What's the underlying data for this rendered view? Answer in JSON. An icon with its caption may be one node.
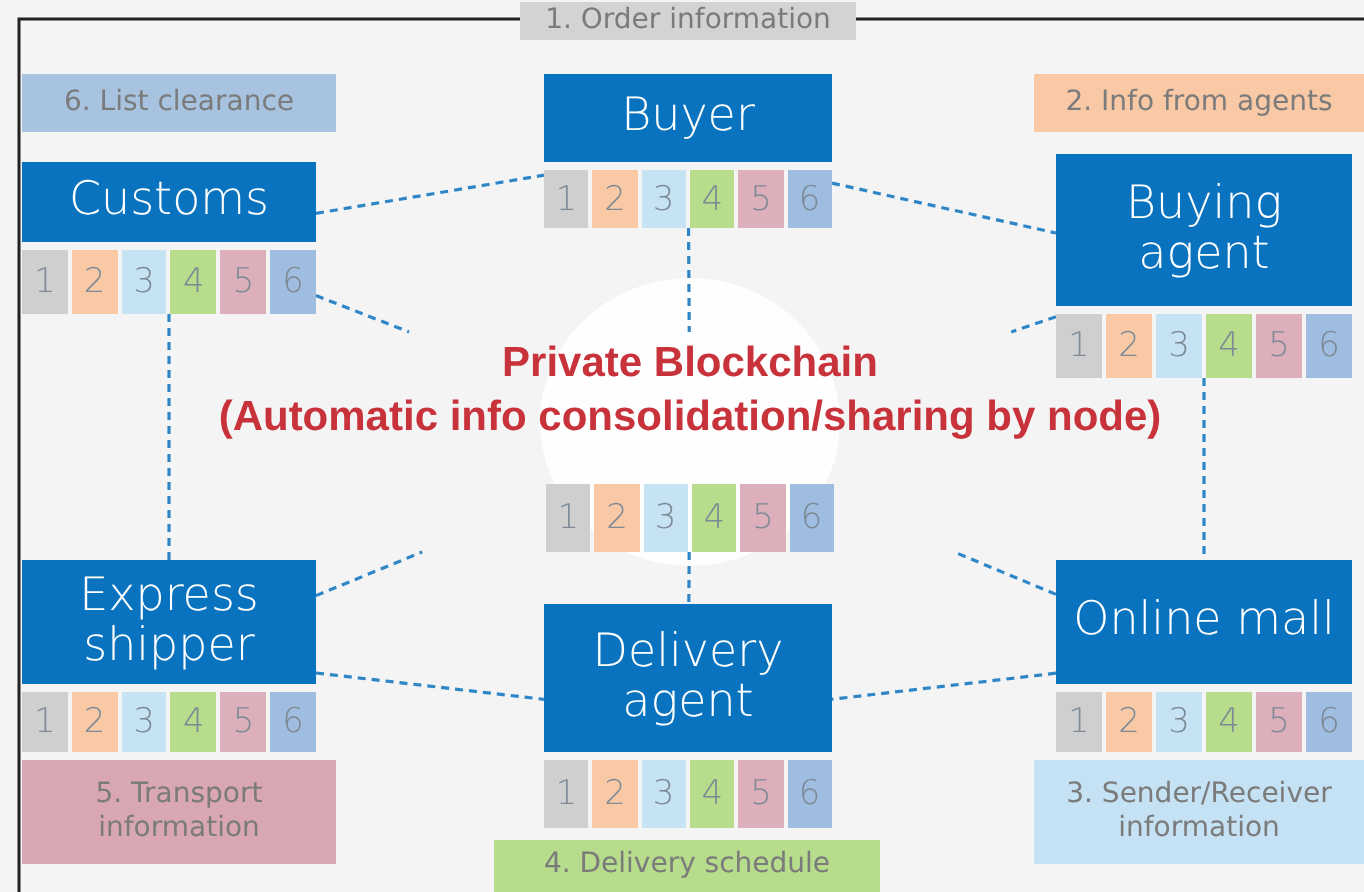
{
  "diagram": {
    "nodes": [
      {
        "text": [
          "Buyer",
          "1",
          "2",
          "3",
          "4",
          "5",
          "6"
        ]
      },
      {
        "text": [
          "Customs",
          "1",
          "2",
          "3",
          "4",
          "5",
          "6"
        ]
      },
      {
        "text": [
          "Buying agent",
          "1",
          "2",
          "3",
          "4",
          "5",
          "6"
        ]
      },
      {
        "text": [
          "Private Blockchain",
          "(Automatic info consolidation/sharing by node)",
          "1",
          "2",
          "3",
          "4",
          "5",
          "6"
        ]
      },
      {
        "text": [
          "Express shipper",
          "1",
          "2",
          "3",
          "4",
          "5",
          "6"
        ]
      },
      {
        "text": [
          "Online mall",
          "1",
          "2",
          "3",
          "4",
          "5",
          "6"
        ]
      },
      {
        "text": [
          "Delivery agent",
          "1",
          "2",
          "3",
          "4",
          "5",
          "6"
        ]
      }
    ],
    "edges": [
      {
        "from": 1,
        "to": 0,
        "arrow": "none",
        "style": "dashed"
      },
      {
        "from": 0,
        "to": 2,
        "arrow": "none",
        "style": "dashed"
      },
      {
        "from": 0,
        "to": 3,
        "arrow": "none",
        "style": "dashed"
      },
      {
        "from": 1,
        "to": 3,
        "arrow": "none",
        "style": "dashed"
      },
      {
        "from": 2,
        "to": 3,
        "arrow": "none",
        "style": "dashed"
      },
      {
        "from": 1,
        "to": 4,
        "arrow": "none",
        "style": "dashed"
      },
      {
        "from": 2,
        "to": 5,
        "arrow": "none",
        "style": "dashed"
      },
      {
        "from": 4,
        "to": 3,
        "arrow": "none",
        "style": "dashed"
      },
      {
        "from": 5,
        "to": 3,
        "arrow": "none",
        "style": "dashed"
      },
      {
        "from": 3,
        "to": 6,
        "arrow": "none",
        "style": "dashed"
      },
      {
        "from": 4,
        "to": 6,
        "arrow": "none",
        "style": "dashed"
      },
      {
        "from": 5,
        "to": 6,
        "arrow": "none",
        "style": "dashed"
      }
    ],
    "labels": [
      "1. Order information",
      "6. List clearance",
      "2. Info from agents",
      "5. Transport information",
      "3. Sender/Receiver information",
      "4. Delivery schedule"
    ]
  }
}
